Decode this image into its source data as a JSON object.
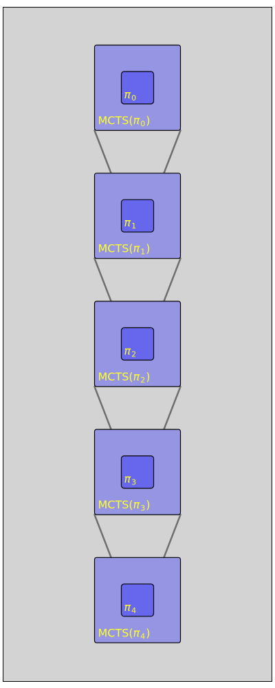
{
  "colors": {
    "page_background": "#ffffff",
    "panel_background": "#d3d3d3",
    "panel_border": "#000000",
    "outer_box_fill": "#9595e3",
    "inner_box_fill": "#6767ed",
    "box_border": "#000000",
    "label_color": "#ffff2a",
    "arrow_color": "#6e6e72"
  },
  "stages": [
    {
      "policy_symbol": "π",
      "policy_index": "0",
      "mcts_prefix": "MCTS(",
      "mcts_suffix": ")"
    },
    {
      "policy_symbol": "π",
      "policy_index": "1",
      "mcts_prefix": "MCTS(",
      "mcts_suffix": ")"
    },
    {
      "policy_symbol": "π",
      "policy_index": "2",
      "mcts_prefix": "MCTS(",
      "mcts_suffix": ")"
    },
    {
      "policy_symbol": "π",
      "policy_index": "3",
      "mcts_prefix": "MCTS(",
      "mcts_suffix": ")"
    },
    {
      "policy_symbol": "π",
      "policy_index": "4",
      "mcts_prefix": "MCTS(",
      "mcts_suffix": ")"
    }
  ],
  "connections": [
    {
      "from_stage": 0,
      "to_stage": 1
    },
    {
      "from_stage": 1,
      "to_stage": 2
    },
    {
      "from_stage": 2,
      "to_stage": 3
    },
    {
      "from_stage": 3,
      "to_stage": 4
    }
  ]
}
